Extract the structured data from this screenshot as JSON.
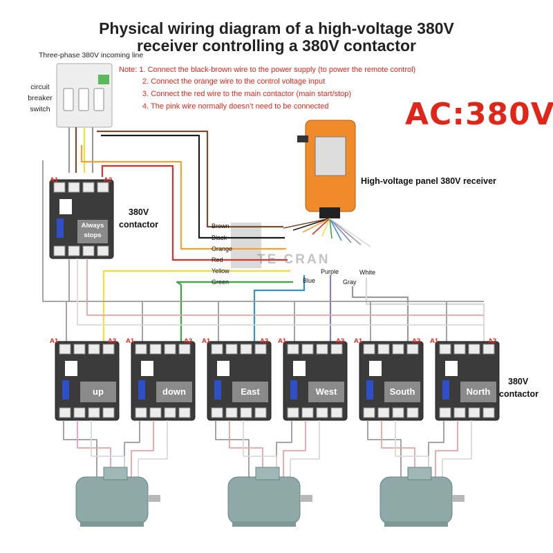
{
  "title_line1": "Physical wiring diagram of a high-voltage 380V",
  "title_line2": "receiver controlling a 380V contactor",
  "incoming_line_label": "Three-phase 380V incoming line",
  "breaker_label": [
    "circuit",
    "breaker",
    "switch"
  ],
  "notes": [
    "Note: 1. Connect the black-brown wire to the power supply (to power the remote control)",
    "2. Connect the orange wire to the control voltage input",
    "3. Connect the red wire to the main contactor (main start/stop)",
    "4. The pink wire normally doesn’t need to be connected"
  ],
  "ac_label": "AC:380V",
  "receiver_label": "High-voltage panel 380V receiver",
  "main_contactor": {
    "label": [
      "380V",
      "contactor"
    ],
    "badge": [
      "Always",
      "stops"
    ]
  },
  "coil_labels": {
    "a1": "A1",
    "a2": "A2"
  },
  "wire_labels_left": [
    "Brown",
    "Black",
    "Orange",
    "Red",
    "Yellow",
    "Green"
  ],
  "wire_labels_right": [
    "Blue",
    "Purple",
    "Gray",
    "White"
  ],
  "contactors": [
    "up",
    "down",
    "East",
    "West",
    "South",
    "North"
  ],
  "contactor_row_label": [
    "380V",
    "contactor"
  ],
  "watermark": "TE CRAN",
  "colors": {
    "brown": "#7b4a2a",
    "black": "#1a1a1a",
    "orange": "#f0a23a",
    "red": "#d8322a",
    "yellow": "#f2dd3b",
    "green": "#3aa53f",
    "blue": "#2f8fd8",
    "purple": "#8a78c8",
    "gray": "#9a9a9a",
    "white": "#d9d9d9",
    "pink": "#e9a0a8",
    "title": "#222222",
    "note": "#e0261b",
    "contactor": "#3b3b3b",
    "motor": "#8ea9a8"
  }
}
